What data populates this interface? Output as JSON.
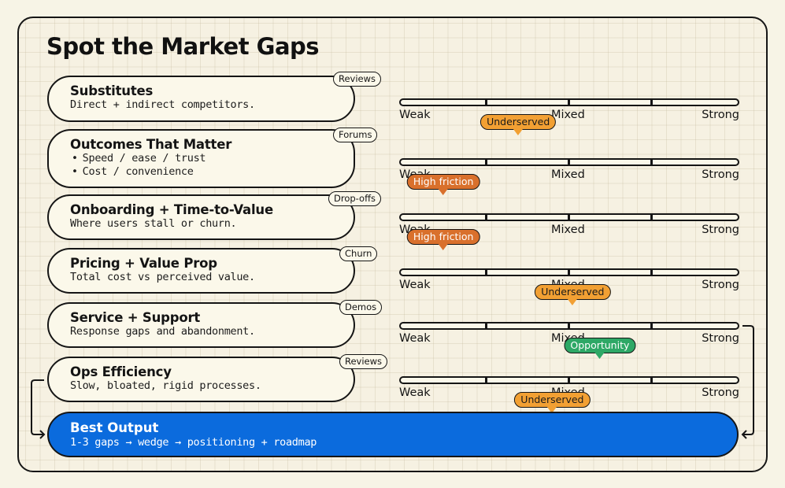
{
  "title": "Spot the Market Gaps",
  "scale_labels": {
    "weak": "Weak",
    "mixed": "Mixed",
    "strong": "Strong"
  },
  "colors": {
    "underserved": "#f2a033",
    "high_friction": "#d9702c",
    "opportunity": "#2ea866",
    "best_output": "#0b6bdd"
  },
  "rows": [
    {
      "title": "Substitutes",
      "description": "Direct + indirect competitors.",
      "tag": "Reviews",
      "marker": {
        "label": "Underserved",
        "kind": "underserved",
        "position": 0.35
      }
    },
    {
      "title": "Outcomes That Matter",
      "bullets": [
        "Speed / ease / trust",
        "Cost / convenience"
      ],
      "tag": "Forums",
      "marker": {
        "label": "High friction",
        "kind": "high_friction",
        "position": 0.13
      }
    },
    {
      "title": "Onboarding + Time-to-Value",
      "description": "Where users stall or churn.",
      "tag": "Drop-offs",
      "marker": {
        "label": "High friction",
        "kind": "high_friction",
        "position": 0.13
      }
    },
    {
      "title": "Pricing + Value Prop",
      "description": "Total cost vs perceived value.",
      "tag": "Churn",
      "marker": {
        "label": "Underserved",
        "kind": "underserved",
        "position": 0.51
      }
    },
    {
      "title": "Service + Support",
      "description": "Response gaps and abandonment.",
      "tag": "Demos",
      "marker": {
        "label": "Opportunity",
        "kind": "opportunity",
        "position": 0.59
      }
    },
    {
      "title": "Ops Efficiency",
      "description": "Slow, bloated, rigid processes.",
      "tag": "Reviews",
      "marker": {
        "label": "Underserved",
        "kind": "underserved",
        "position": 0.45
      }
    }
  ],
  "best_output": {
    "title": "Best Output",
    "description": "1-3 gaps → wedge → positioning + roadmap"
  }
}
